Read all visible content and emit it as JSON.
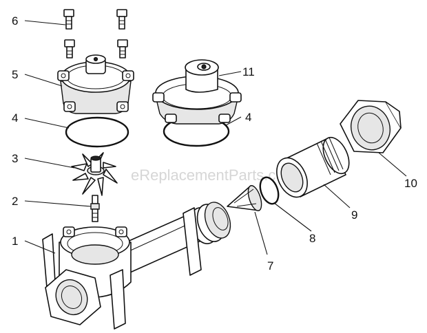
{
  "watermark": "eReplacementParts.com",
  "callouts": {
    "c1": "1",
    "c2": "2",
    "c3": "3",
    "c4a": "4",
    "c4b": "4",
    "c5": "5",
    "c6": "6",
    "c7": "7",
    "c8": "8",
    "c9": "9",
    "c10": "10",
    "c11": "11"
  }
}
